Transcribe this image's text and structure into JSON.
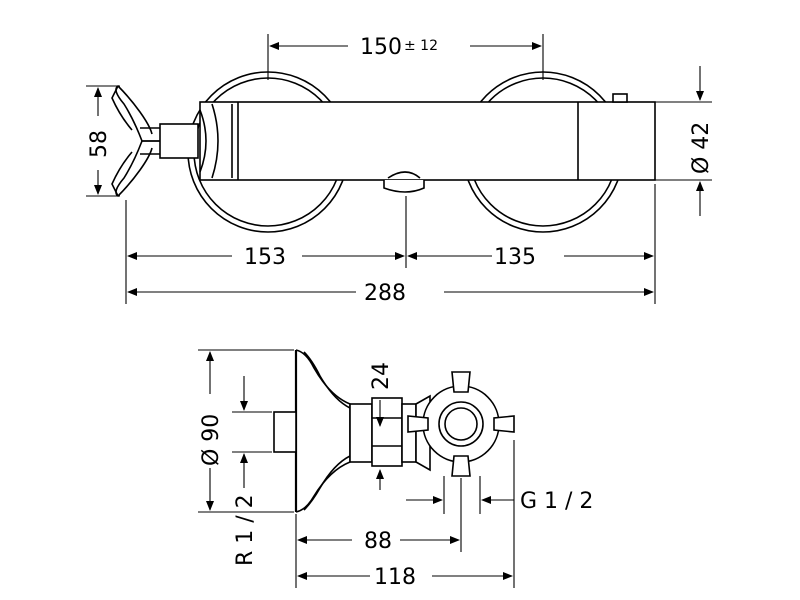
{
  "front_view": {
    "dimensions": {
      "center_distance": "150",
      "center_tolerance": "± 12",
      "handle_height": "58",
      "body_diameter": "Ø 42",
      "left_length": "153",
      "right_length": "135",
      "total_length": "288"
    }
  },
  "side_view": {
    "dimensions": {
      "wrench_size": "24",
      "rosette_diameter": "Ø 90",
      "inlet_thread": "R 1 / 2",
      "outlet_thread": "G 1 / 2",
      "depth_to_center": "88",
      "total_depth": "118"
    }
  }
}
